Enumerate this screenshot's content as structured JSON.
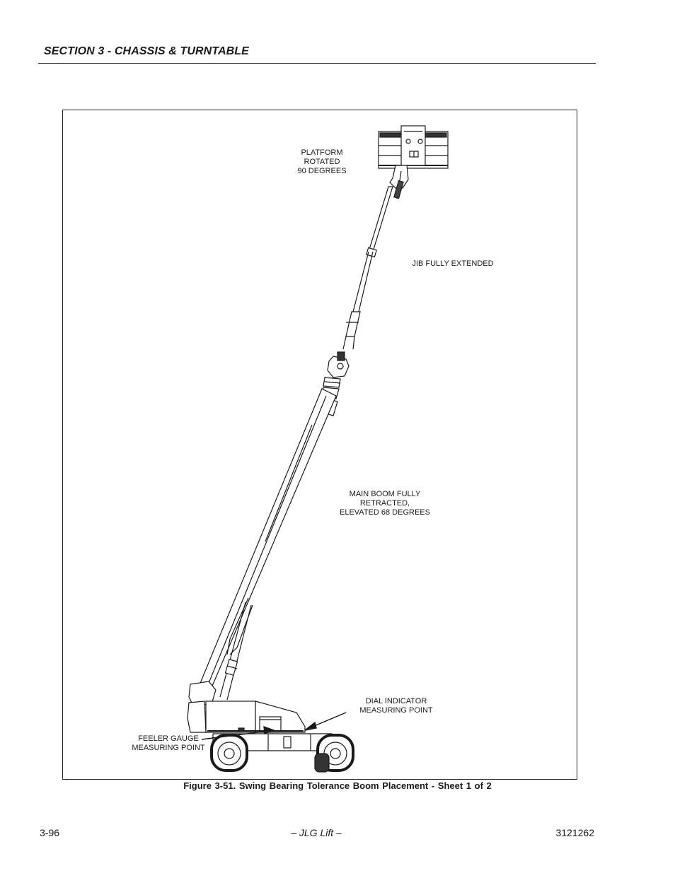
{
  "header": {
    "section_title": "SECTION 3 - CHASSIS & TURNTABLE"
  },
  "figure": {
    "callouts": {
      "platform": "PLATFORM\nROTATED\n90 DEGREES",
      "jib": "JIB FULLY EXTENDED",
      "main_boom": "MAIN BOOM FULLY\nRETRACTED,\nELEVATED 68 DEGREES",
      "dial_indicator": "DIAL INDICATOR\nMEASURING POINT",
      "feeler_gauge": "FEELER GAUGE\nMEASURING POINT"
    },
    "caption": "Figure 3-51.  Swing Bearing Tolerance Boom Placement - Sheet 1 of 2"
  },
  "footer": {
    "page_number": "3-96",
    "center": "– JLG Lift –",
    "doc_number": "3121262"
  }
}
